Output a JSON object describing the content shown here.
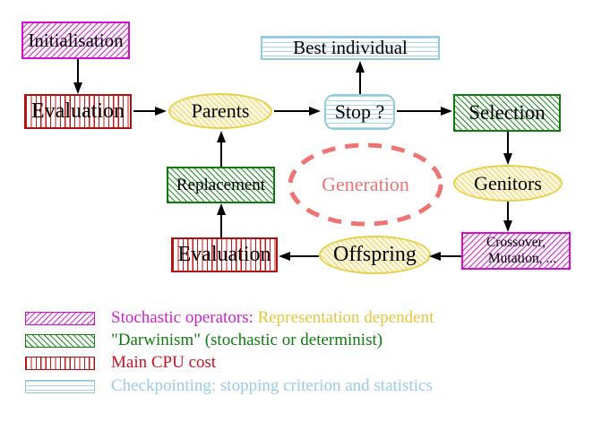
{
  "title": "Evolutionary algorithm cycle diagram",
  "nodes": {
    "initialisation": "Initialisation",
    "evaluation_top": "Evaluation",
    "parents": "Parents",
    "best_individual": "Best individual",
    "stop": "Stop ?",
    "selection": "Selection",
    "replacement": "Replacement",
    "genitors": "Genitors",
    "generation": "Generation",
    "evaluation_bottom": "Evaluation",
    "offspring": "Offspring",
    "crossover_line1": "Crossover,",
    "crossover_line2": "Mutation, ..."
  },
  "legend": {
    "rows": [
      {
        "primary": "Stochastic operators:",
        "secondary": "Representation dependent"
      },
      {
        "primary": "\"Darwinism\" (stochastic or determinist)",
        "secondary": ""
      },
      {
        "primary": "Main CPU cost",
        "secondary": ""
      },
      {
        "primary": "Checkpointing: stopping criterion and statistics",
        "secondary": ""
      }
    ]
  },
  "colors": {
    "stochastic_magenta": "#cc00cc",
    "darwinism_green": "#0f7a0f",
    "cpu_red": "#bb1111",
    "checkpoint_cyan": "#99cbe8",
    "population_yellow": "#e7d14b",
    "legend_gold_text": "#e8c63c",
    "generation_salmon": "#ee7474",
    "arrow_black": "#000000"
  }
}
